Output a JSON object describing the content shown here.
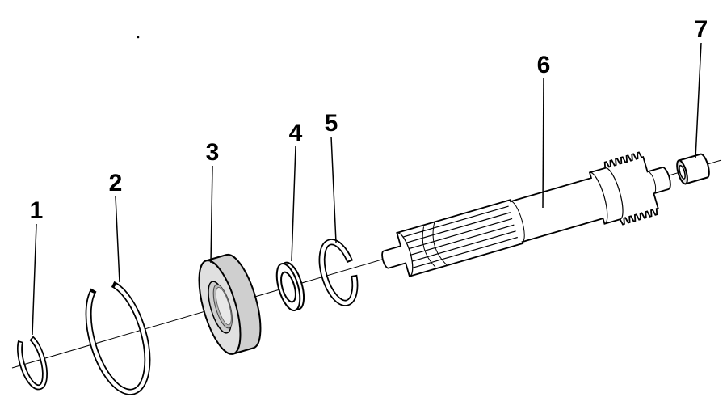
{
  "diagram": {
    "type": "exploded-parts-diagram",
    "background": "#ffffff",
    "line_color": "#000000",
    "bearing_fill": "#cfcfcf",
    "bearing_face_fill": "#e0e0e0",
    "bore_fill": "#b8b8b8",
    "labels": [
      {
        "number": "1"
      },
      {
        "number": "2"
      },
      {
        "number": "3"
      },
      {
        "number": "4"
      },
      {
        "number": "5"
      },
      {
        "number": "6"
      },
      {
        "number": "7"
      }
    ]
  }
}
